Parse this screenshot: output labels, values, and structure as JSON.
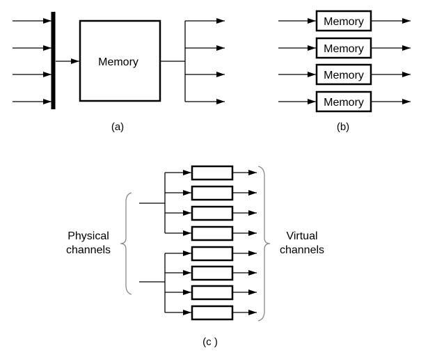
{
  "panel_a": {
    "block_label": "Memory",
    "caption": "(a)"
  },
  "panel_b": {
    "block_labels": [
      "Memory",
      "Memory",
      "Memory",
      "Memory"
    ],
    "caption": "(b)"
  },
  "panel_c": {
    "left_label_line1": "Physical",
    "left_label_line2": "channels",
    "right_label_line1": "Virtual",
    "right_label_line2": "channels",
    "caption": "(c )"
  },
  "colors": {
    "stroke": "#000000",
    "background": "#ffffff"
  }
}
